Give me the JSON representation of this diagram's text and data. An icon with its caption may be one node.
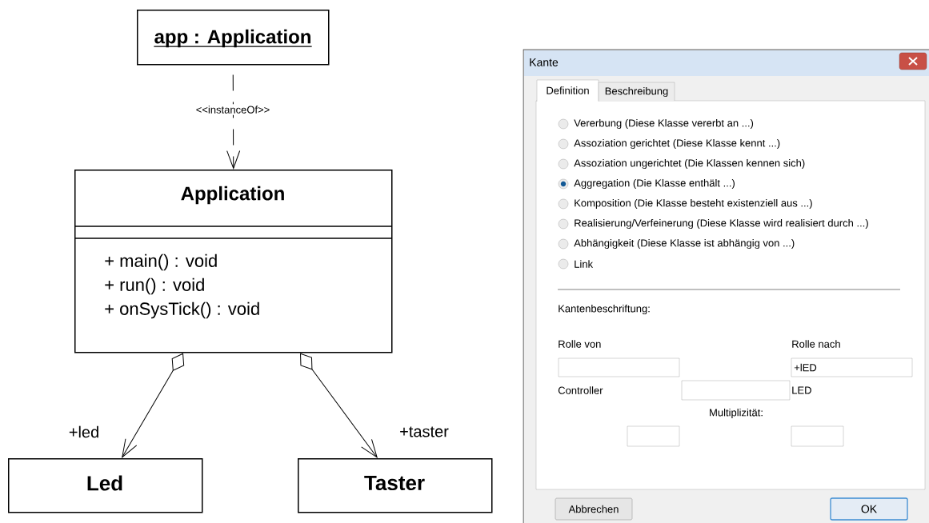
{
  "diagram": {
    "nodes": [
      {
        "text": [
          "app : Application"
        ]
      },
      {
        "text": [
          "Application",
          "+ main() : void",
          "+ run() : void",
          "+ onSysTick() : void"
        ]
      },
      {
        "text": [
          "Led"
        ]
      },
      {
        "text": [
          "Taster"
        ]
      }
    ],
    "edges": [
      {
        "from": 0,
        "to": 1,
        "arrow": "to",
        "style": "dashed",
        "label": "<<instanceOf>>"
      },
      {
        "from": 1,
        "to": 2,
        "arrow": "to",
        "label": "+led"
      },
      {
        "from": 1,
        "to": 3,
        "arrow": "to",
        "label": "+taster"
      }
    ],
    "labels": [
      "Kante",
      "Definition",
      "Beschreibung",
      "Vererbung (Diese Klasse vererbt an ...)",
      "Assoziation gerichtet (Diese Klasse kennt ...)",
      "Assoziation ungerichtet (Die Klassen kennen sich)",
      "Aggregation (Die Klasse enthält ...)",
      "Komposition (Die Klasse besteht existenziell aus ...)",
      "Realisierung/Verfeinerung (Diese Klasse wird realisiert durch ...)",
      "Abhängigkeit (Diese Klasse ist abhängig von ...)",
      "Link",
      "Kantenbeschriftung:",
      "Rolle von",
      "Rolle nach",
      "+lED",
      "Controller",
      "LED",
      "Multiplizität:",
      "Abbrechen",
      "OK"
    ]
  }
}
